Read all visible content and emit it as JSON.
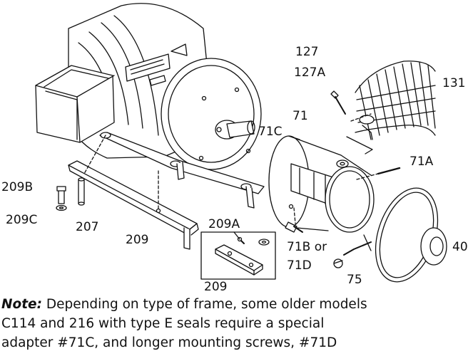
{
  "callouts": {
    "p127": "127",
    "p127a": "127A",
    "p131": "131",
    "p71": "71",
    "p71c": "71C",
    "p71a": "71A",
    "p209b": "209B",
    "p209c": "209C",
    "p207": "207",
    "p209_left": "209",
    "p209a": "209A",
    "p71b_or": "71B or",
    "p71d": "71D",
    "p40": "40",
    "p75": "75",
    "p209_bottom": "209"
  },
  "note": {
    "heading": "Note:",
    "line1": " Depending on type of frame, some older models",
    "line2": "C114 and 216 with type E seals require a special",
    "line3": "adapter #71C, and longer mounting screws, #71D"
  }
}
